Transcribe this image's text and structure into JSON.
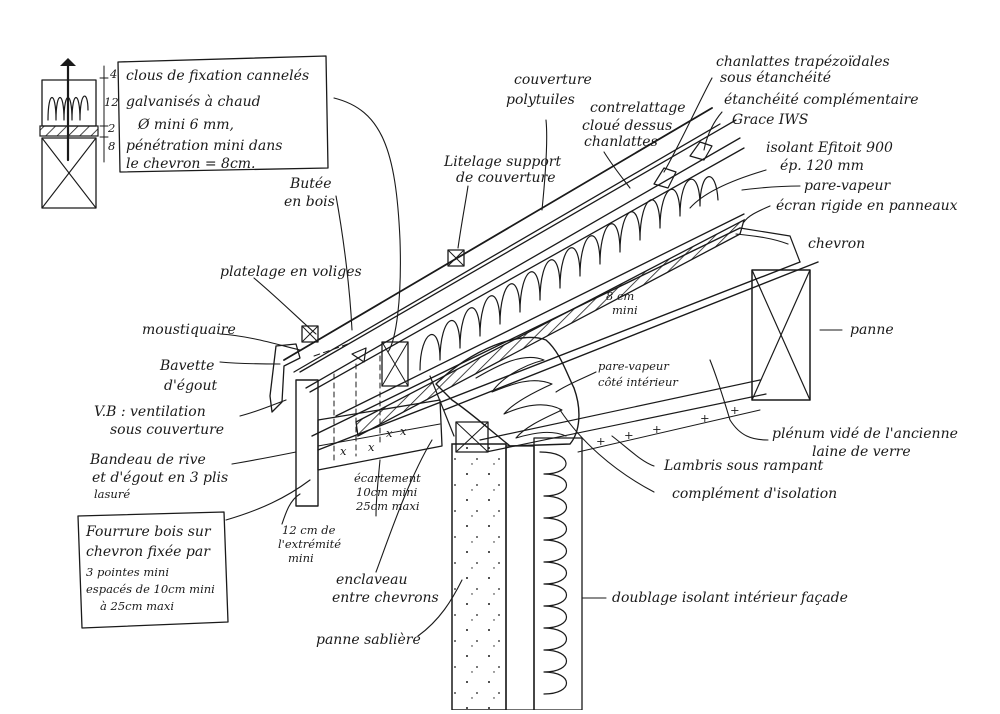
{
  "inset_box": {
    "lines": [
      "clous de fixation cannelés",
      "galvanisés à chaud",
      "Ø mini 6 mm,",
      "pénétration mini dans",
      "le chevron = 8cm."
    ],
    "dims": [
      "4",
      "12",
      "2",
      "8"
    ]
  },
  "labels": {
    "chanlattes": [
      "chanlattes trapézoïdales",
      "sous étanchéité"
    ],
    "couverture": [
      "couverture",
      "polytuiles"
    ],
    "contrelattage": [
      "contrelattage",
      "cloué dessus",
      "chanlattes"
    ],
    "etancheite": [
      "étanchéité complémentaire",
      "Grace IWS"
    ],
    "litelage": [
      "Litelage support",
      "de couverture"
    ],
    "isolant": [
      "isolant Efitoit 900",
      "ép. 120 mm"
    ],
    "butee": [
      "Butée",
      "en bois"
    ],
    "pare_vapeur": "pare-vapeur",
    "ecran_rigide": "écran rigide en panneaux",
    "chevron": "chevron",
    "platelage": "platelage en voliges",
    "dim_8cm": [
      "8 cm",
      "mini"
    ],
    "moustiquaire": "moustiquaire",
    "panne": "panne",
    "bavette": [
      "Bavette",
      "d'égout"
    ],
    "pare_vapeur_interieur": [
      "pare-vapeur",
      "côté intérieur"
    ],
    "vb": [
      "V.B : ventilation",
      "sous couverture"
    ],
    "plenum": [
      "plénum vidé de l'ancienne",
      "laine de verre"
    ],
    "bandeau": [
      "Bandeau de rive",
      "et d'égout en 3 plis",
      "lasuré"
    ],
    "lambris": "Lambris sous rampant",
    "ecartement": [
      "écartement",
      "10cm mini",
      "25cm maxi"
    ],
    "complement": "complément d'isolation",
    "extremite": [
      "12 cm de",
      "l'extrémité",
      "mini"
    ],
    "closeau": [
      "enclaveau",
      "entre chevrons"
    ],
    "doublage": "doublage isolant intérieur façade",
    "panne_sabliere": "panne sablière"
  },
  "fourrure_box": {
    "lines": [
      "Fourrure bois sur",
      "chevron fixée par",
      "3 pointes mini",
      "espacés de 10cm mini",
      "à 25cm maxi"
    ]
  }
}
